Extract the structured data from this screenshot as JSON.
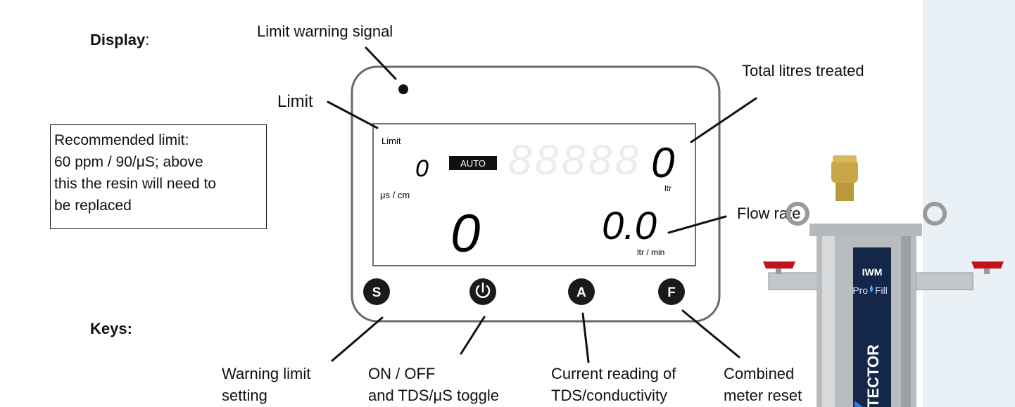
{
  "headings": {
    "display": "Display",
    "display_suffix": ":",
    "keys": "Keys:"
  },
  "callouts": {
    "limit_warning_signal": "Limit warning signal",
    "limit": "Limit",
    "total_litres": "Total litres treated",
    "flow_rate": "Flow rate",
    "recommended_limit": [
      "Recommended limit:",
      "60 ppm / 90/μS; above",
      "this the resin will need to",
      "be replaced"
    ]
  },
  "lcd": {
    "limit_label": "Limit",
    "limit_value": "0",
    "limit_unit": "μs / cm",
    "mode_badge": "AUTO",
    "total_value": "0",
    "total_unit": "ltr",
    "reading_value": "0",
    "flow_value": "0.0",
    "flow_unit": "ltr / min"
  },
  "keys": [
    {
      "letter": "S",
      "line1": "Warning limit",
      "line2": "setting"
    },
    {
      "letter": "⏻",
      "line1": "ON / OFF",
      "line2": "and TDS/μS toggle"
    },
    {
      "letter": "A",
      "line1": "Current reading of",
      "line2": "TDS/conductivity"
    },
    {
      "letter": "F",
      "line1": "Combined",
      "line2": "meter reset"
    }
  ],
  "product": {
    "brand": "IWM",
    "name": "Pro",
    "name_suffix": "Fill",
    "label": "TECTOR"
  },
  "colors": {
    "lcd_text": "#111111",
    "ghost_segments": "#ececec",
    "button": "#1a1a1a",
    "handle": "#c1121f",
    "brass": "#c9a646"
  }
}
